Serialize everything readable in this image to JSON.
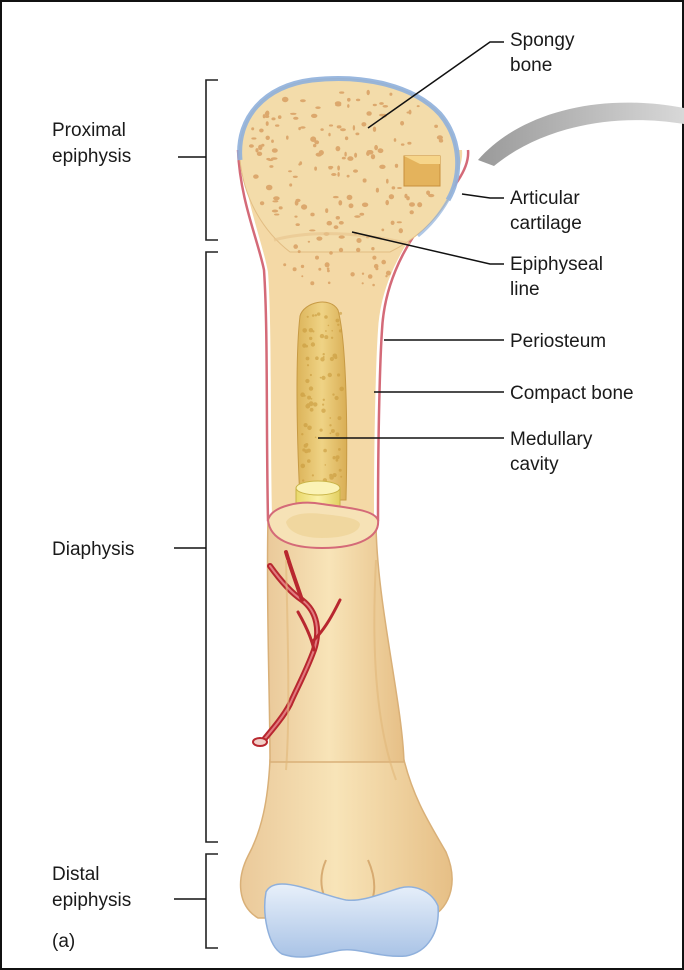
{
  "diagram": {
    "left_labels": {
      "proximal_epiphysis": [
        "Proximal",
        "epiphysis"
      ],
      "diaphysis": [
        "Diaphysis"
      ],
      "distal_epiphysis": [
        "Distal",
        "epiphysis"
      ]
    },
    "right_labels": {
      "spongy_bone": [
        "Spongy",
        "bone"
      ],
      "articular_cartilage": [
        "Articular",
        "cartilage"
      ],
      "epiphyseal_line": [
        "Epiphyseal",
        "line"
      ],
      "periosteum": [
        "Periosteum"
      ],
      "compact_bone": [
        "Compact bone"
      ],
      "medullary_cavity": [
        "Medullary",
        "cavity"
      ]
    },
    "panel_letter": "(a)",
    "colors": {
      "bone": "#f5dcaa",
      "bone_shadow": "#e8c48a",
      "spongy_dots": "#d89a5a",
      "cartilage": "#cfe0f2",
      "cartilage_edge": "#8fb0dc",
      "periosteum": "#d46a78",
      "vessel": "#c0303a",
      "marrow": "#e8c872",
      "cylinder": "#f2e58a"
    }
  }
}
